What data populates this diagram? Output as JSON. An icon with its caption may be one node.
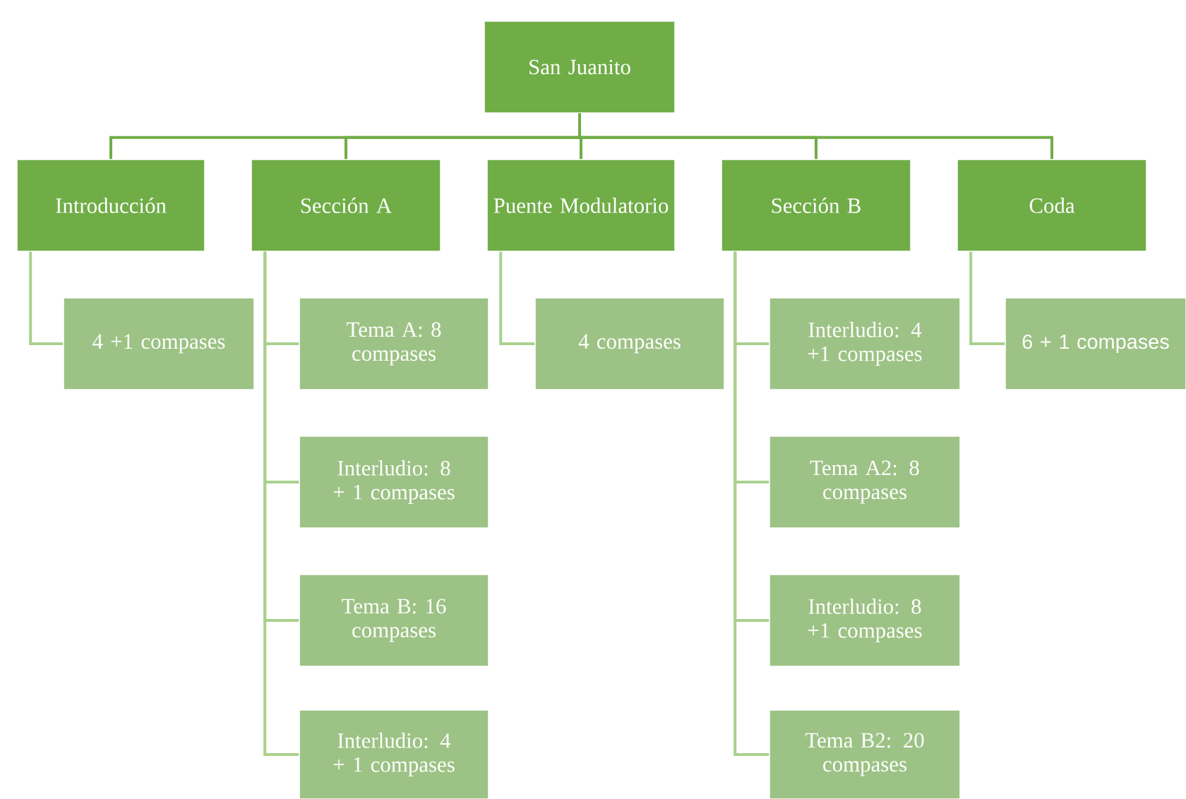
{
  "diagram": {
    "nodes": [
      {
        "text": [
          "San Juanito"
        ]
      },
      {
        "text": [
          "Introducción"
        ]
      },
      {
        "text": [
          "Sección A"
        ]
      },
      {
        "text": [
          "Puente Modulatorio"
        ]
      },
      {
        "text": [
          "Sección B"
        ]
      },
      {
        "text": [
          "Coda"
        ]
      },
      {
        "text": [
          "4 +1 compases"
        ]
      },
      {
        "text": [
          "Tema A: 8 compases"
        ]
      },
      {
        "text": [
          "Interludio: 8 + 1 compases"
        ]
      },
      {
        "text": [
          "Tema B: 16 compases"
        ]
      },
      {
        "text": [
          "Interludio: 4 + 1 compases"
        ]
      },
      {
        "text": [
          "4 compases"
        ]
      },
      {
        "text": [
          "Interludio: 4 +1 compases"
        ]
      },
      {
        "text": [
          "Tema A2: 8 compases"
        ]
      },
      {
        "text": [
          "Interludio: 8 +1 compases"
        ]
      },
      {
        "text": [
          "Tema B2: 20 compases"
        ]
      },
      {
        "text": [
          "6 + 1 compases"
        ]
      }
    ],
    "edges": [
      {
        "from": 0,
        "to": 1,
        "arrow": "none",
        "color": "#70ad47"
      },
      {
        "from": 0,
        "to": 2,
        "arrow": "none",
        "color": "#70ad47"
      },
      {
        "from": 0,
        "to": 3,
        "arrow": "none",
        "color": "#70ad47"
      },
      {
        "from": 0,
        "to": 4,
        "arrow": "none",
        "color": "#70ad47"
      },
      {
        "from": 0,
        "to": 5,
        "arrow": "none",
        "color": "#70ad47"
      },
      {
        "from": 1,
        "to": 6,
        "arrow": "none"
      },
      {
        "from": 2,
        "to": 7,
        "arrow": "none"
      },
      {
        "from": 2,
        "to": 8,
        "arrow": "none"
      },
      {
        "from": 2,
        "to": 9,
        "arrow": "none"
      },
      {
        "from": 2,
        "to": 10,
        "arrow": "none"
      },
      {
        "from": 3,
        "to": 11,
        "arrow": "none"
      },
      {
        "from": 4,
        "to": 12,
        "arrow": "none"
      },
      {
        "from": 4,
        "to": 13,
        "arrow": "none"
      },
      {
        "from": 4,
        "to": 14,
        "arrow": "none"
      },
      {
        "from": 4,
        "to": 15,
        "arrow": "none"
      },
      {
        "from": 5,
        "to": 16,
        "arrow": "none"
      }
    ]
  }
}
